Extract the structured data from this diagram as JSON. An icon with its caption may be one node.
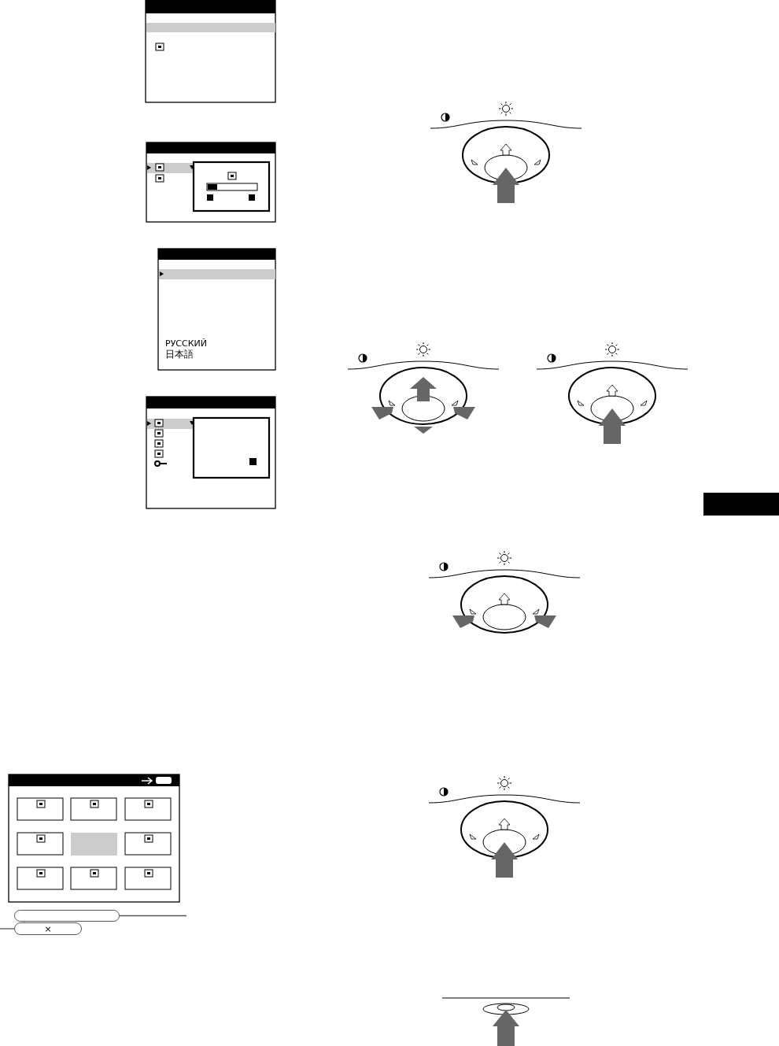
{
  "diagram": {
    "nodes": [
      {
        "text": [],
        "shape": "box"
      },
      {
        "text": [
          "×"
        ]
      }
    ],
    "edges": [
      {
        "from": 0,
        "to": null,
        "arrow": "none"
      },
      {
        "from": 1,
        "to": null,
        "arrow": "none"
      }
    ],
    "labels": [
      "РУССКИЙ",
      "日本語"
    ]
  }
}
